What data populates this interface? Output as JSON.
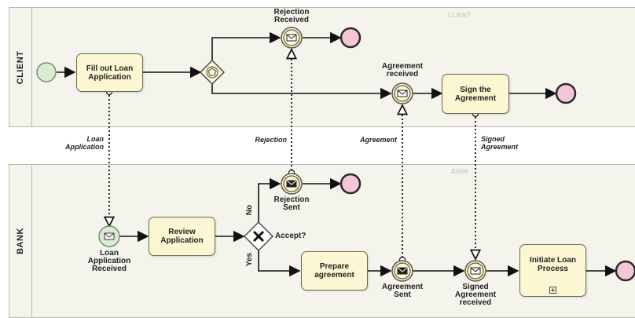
{
  "pools": {
    "client": {
      "label": "CLIENT",
      "watermark": "CLIENT"
    },
    "bank": {
      "label": "BANK",
      "watermark": "BANK"
    }
  },
  "tasks": {
    "fill_out_loan_application": "Fill out Loan Application",
    "sign_the_agreement": "Sign the Agreement",
    "review_application": "Review Application",
    "prepare_agreement": "Prepare agreement",
    "initiate_loan_process": "Initiate Loan Process"
  },
  "events": {
    "rejection_received": "Rejection Received",
    "agreement_received": "Agreement received",
    "rejection_sent": "Rejection Sent",
    "loan_application_received": "Loan Application Received",
    "agreement_sent": "Agreement Sent",
    "signed_agreement_received": "Signed Agreement received"
  },
  "gateways": {
    "accept_question": "Accept?",
    "no_label": "No",
    "yes_label": "Yes"
  },
  "message_flows": {
    "loan_application": "Loan Application",
    "rejection": "Rejection",
    "agreement": "Agreement",
    "signed_agreement": "Signed Agreement"
  },
  "colors": {
    "start_event_fill": "#d8ecd2",
    "end_event_fill": "#f5c6d6",
    "end_event_stroke": "#2a2a2a",
    "task_fill": "#fbf7d2",
    "pool_fill": "#f4f4ec"
  }
}
